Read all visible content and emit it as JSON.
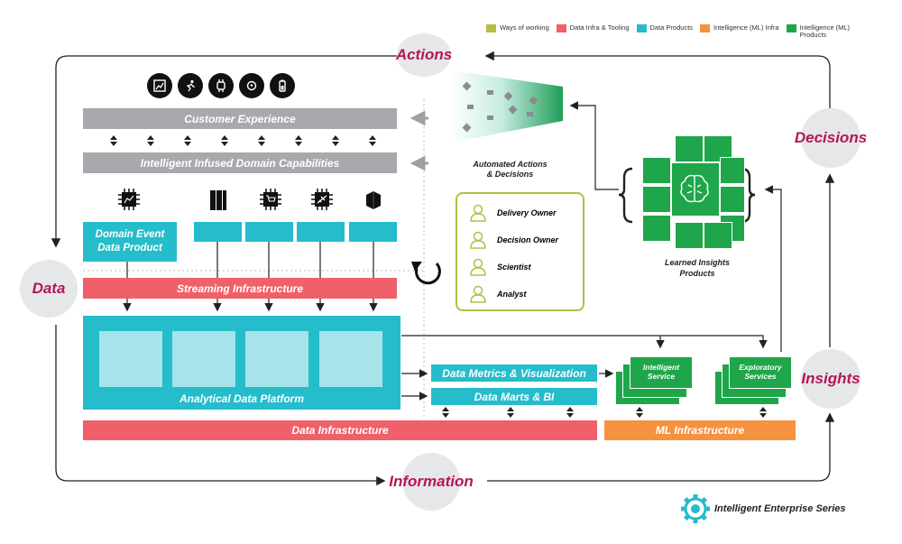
{
  "legend": [
    {
      "label": "Ways of working",
      "color": "#b5bd43"
    },
    {
      "label": "Data Infra & Tooling",
      "color": "#f0606a"
    },
    {
      "label": "Data Products",
      "color": "#25bccb"
    },
    {
      "label": "Intelligence (ML) Infra",
      "color": "#f5923e"
    },
    {
      "label": "Intelligence (ML) Products",
      "color": "#1fa64a"
    }
  ],
  "cycle": {
    "actions": "Actions",
    "decisions": "Decisions",
    "insights": "Insights",
    "information": "Information",
    "data": "Data"
  },
  "left": {
    "customer_experience": "Customer Experience",
    "domain_capabilities": "Intelligent Infused Domain Capabilities",
    "domain_event_product": "Domain Event\nData Product",
    "streaming": "Streaming Infrastructure",
    "analytical_platform": "Analytical Data Platform",
    "data_infrastructure": "Data Infrastructure"
  },
  "middle": {
    "automated_actions": "Automated Actions\n& Decisions",
    "roles": [
      "Delivery Owner",
      "Decision Owner",
      "Scientist",
      "Analyst"
    ],
    "metrics": "Data Metrics & Visualization",
    "marts": "Data Marts & BI"
  },
  "right": {
    "learned_insights": "Learned Insights\nProducts",
    "intelligent_service": "Intelligent\nService",
    "exploratory_services": "Exploratory\nServices",
    "ml_infrastructure": "ML Infrastructure"
  },
  "icons": [
    "chart-report-icon",
    "runner-icon",
    "smartwatch-icon",
    "heart-watch-icon",
    "battery-icon"
  ],
  "brand": "Intelligent Enterprise Series"
}
